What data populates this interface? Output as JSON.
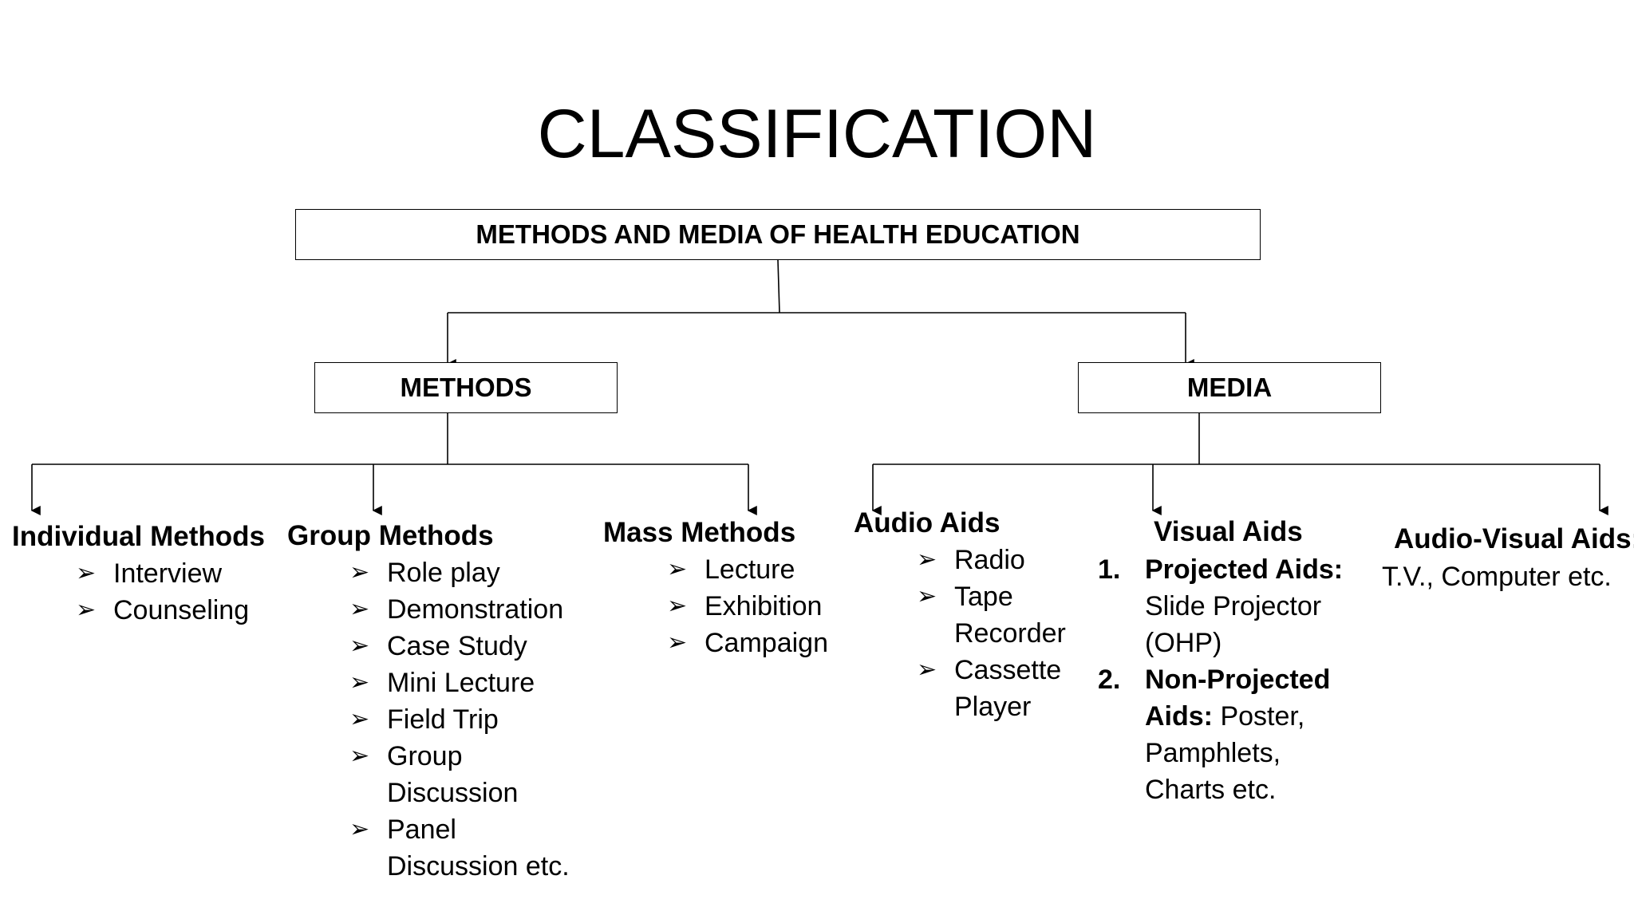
{
  "title": "CLASSIFICATION",
  "root": "METHODS AND MEDIA OF HEALTH EDUCATION",
  "branches": {
    "methods": "METHODS",
    "media": "MEDIA"
  },
  "bullet_glyph": "➢",
  "individual": {
    "heading": "Individual Methods",
    "items": [
      "Interview",
      "Counseling"
    ]
  },
  "group": {
    "heading": "Group Methods",
    "items": [
      "Role play",
      "Demonstration",
      "Case Study",
      "Mini Lecture",
      "Field Trip",
      "Group",
      "Discussion",
      "Panel",
      "Discussion etc."
    ]
  },
  "mass": {
    "heading": "Mass Methods",
    "items": [
      "Lecture",
      "Exhibition",
      "Campaign"
    ]
  },
  "audio": {
    "heading": "Audio Aids",
    "items": [
      "Radio",
      "Tape",
      "Recorder",
      "Cassette",
      "Player"
    ]
  },
  "visual": {
    "heading": "Visual Aids",
    "n1": "1.",
    "projected_label": "Projected Aids:",
    "projected_lines": [
      "Slide Projector",
      "(OHP)"
    ],
    "n2": "2.",
    "nonprojected_label1": "Non-Projected",
    "nonprojected_label2": "Aids:",
    "nonprojected_text": " Poster,",
    "nonprojected_lines": [
      "Pamphlets,",
      "Charts etc."
    ]
  },
  "audiovisual": {
    "heading": "Audio-Visual Aids:",
    "text": "T.V., Computer etc."
  }
}
